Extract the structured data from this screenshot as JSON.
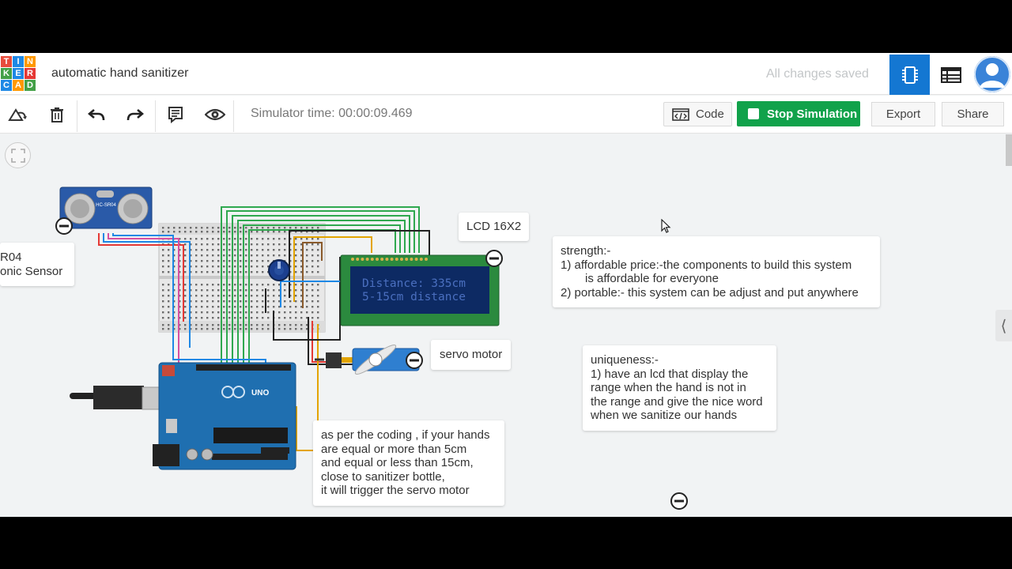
{
  "app": {
    "logo_letters": [
      "T",
      "I",
      "N",
      "K",
      "E",
      "R",
      "C",
      "A",
      "D"
    ],
    "logo_colors": [
      "#e74c3c",
      "#1e88e5",
      "#ff9800",
      "#43a047",
      "#1e88e5",
      "#e53935",
      "#1e88e5",
      "#ff9800",
      "#43a047"
    ],
    "doc_title": "automatic hand sanitizer",
    "save_status": "All changes saved",
    "accent": "#1477d2"
  },
  "toolbar": {
    "sim_time": "Simulator time: 00:00:09.469",
    "code_label": "Code",
    "stop_label": "Stop Simulation",
    "export_label": "Export",
    "share_label": "Share",
    "stop_color": "#11a24b",
    "icons": [
      "rotate-icon",
      "trash-icon",
      "undo-icon",
      "redo-icon",
      "notes-icon",
      "eye-icon"
    ]
  },
  "canvas": {
    "sensor_label_line1": "R04",
    "sensor_label_line2": "onic Sensor",
    "lcd_label": "LCD 16X2",
    "servo_label": "servo motor",
    "sensor_chip_text": "HC-SR04",
    "arduino_text": "UNO",
    "lcd_line1": "Distance: 335cm",
    "lcd_line2": "5-15cm distance",
    "notes": {
      "strength": [
        "strength:-",
        "1) affordable price:-the components to build this system",
        "    is affordable for everyone",
        "2) portable:- this system can be adjust and put anywhere"
      ],
      "uniqueness": [
        "uniqueness:-",
        "1) have an lcd that display the",
        "range when the hand is not in",
        "the range and give the nice word",
        "when we sanitize our hands"
      ],
      "coding": [
        "as per the coding , if your hands",
        "are equal or more than 5cm",
        "and equal or less than 15cm,",
        "close to sanitizer bottle,",
        "it will trigger the servo motor"
      ]
    }
  }
}
